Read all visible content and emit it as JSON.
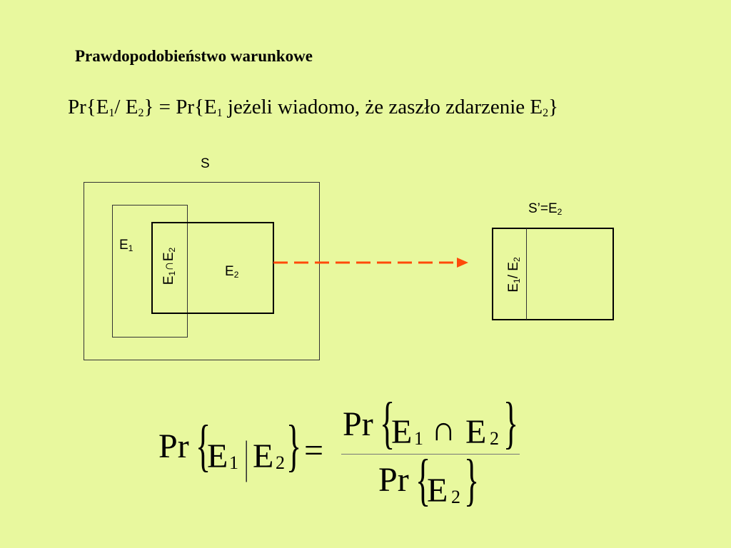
{
  "title": "Prawdopodobieństwo warunkowe",
  "definition": {
    "p1": "Pr{E",
    "s1": "1",
    "p2": "/ E",
    "s2": "2",
    "p3": "} = Pr{E",
    "s3": "1",
    "p4": " jeżeli wiadomo, że zaszło zdarzenie E",
    "s4": "2",
    "p5": "}"
  },
  "diagram": {
    "s_label": "S",
    "e1_label": "E",
    "e1_sub": "1",
    "intersection": {
      "a": "E",
      "a_sub": "1",
      "op": "∩",
      "b": "E",
      "b_sub": "2"
    },
    "e2_label": "E",
    "e2_sub": "2",
    "sprime": {
      "label": "S’=E",
      "sub": "2"
    },
    "conditional": {
      "a": "E",
      "a_sub": "1",
      "sep": "/ E",
      "b_sub": "2"
    },
    "arrow_color": "#ff4a0a"
  },
  "formula": {
    "pr": "Pr",
    "open_brace": "{",
    "close_brace": "}",
    "e": "E",
    "sub1": "1",
    "sub2": "2",
    "bar": "|",
    "equals": "=",
    "cap": "∩"
  }
}
